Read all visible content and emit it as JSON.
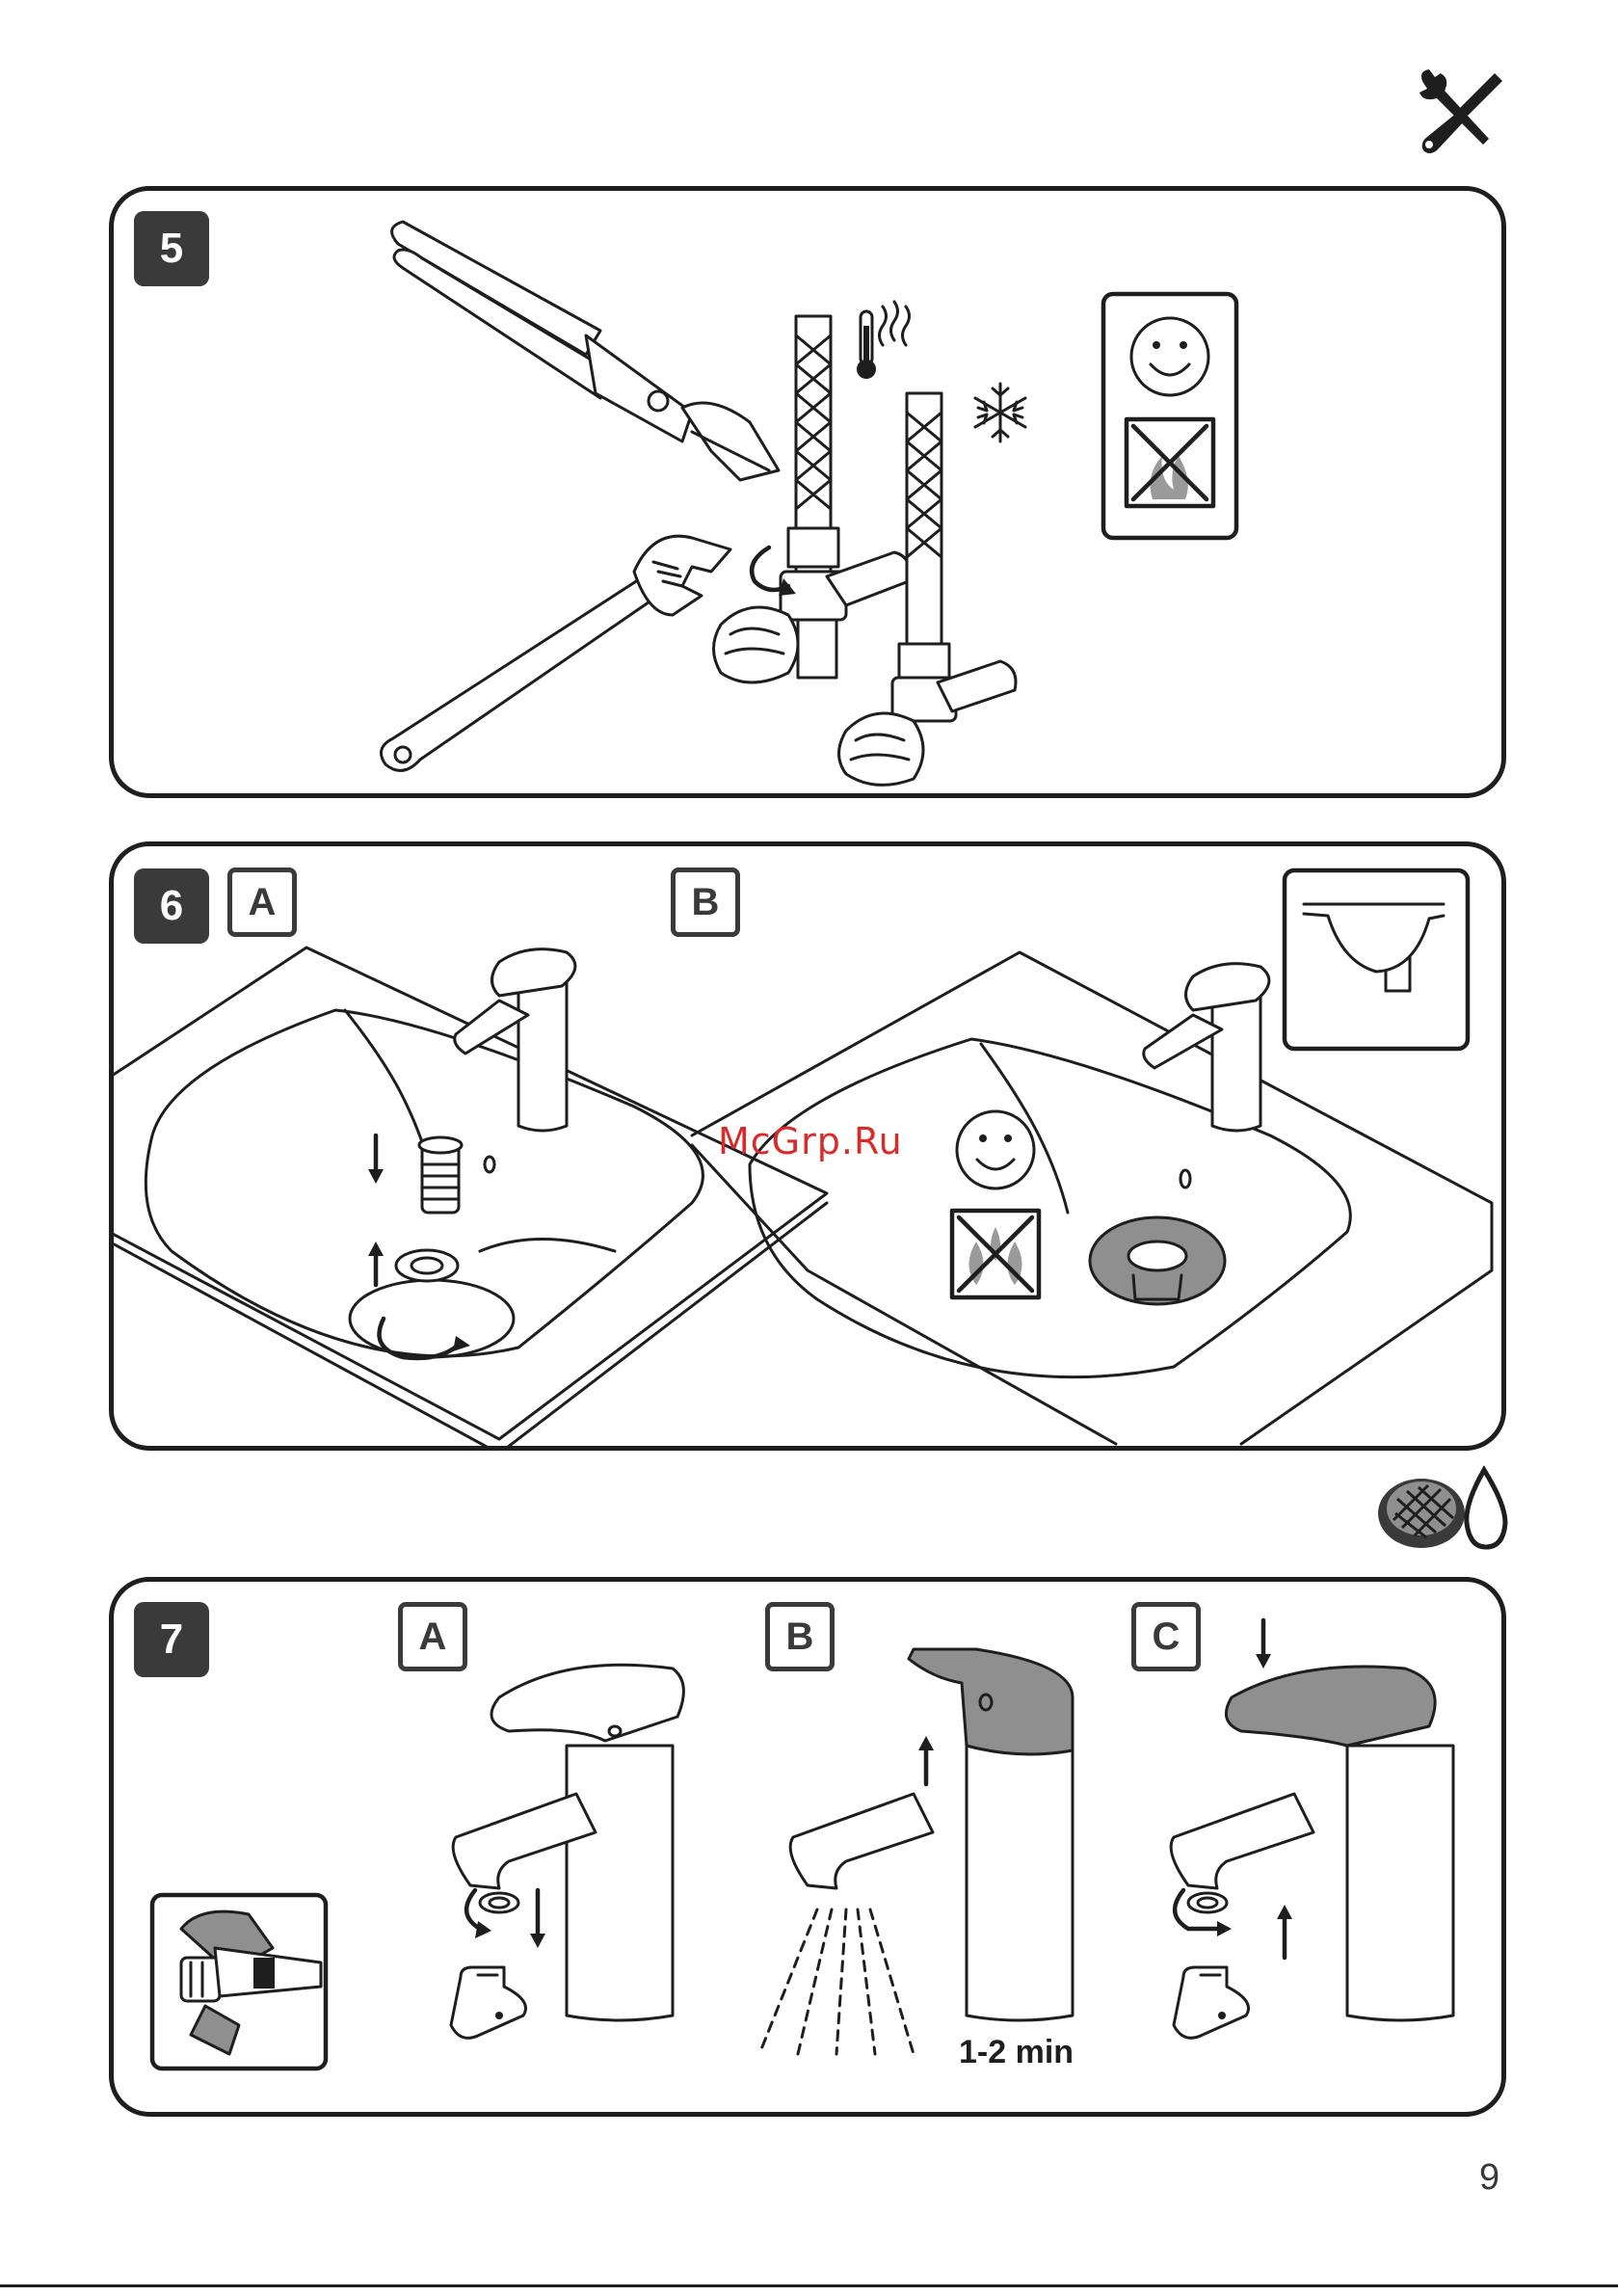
{
  "steps": [
    {
      "number": "5"
    },
    {
      "number": "6",
      "options": [
        "A",
        "B"
      ]
    },
    {
      "number": "7",
      "options": [
        "A",
        "B",
        "C"
      ]
    }
  ],
  "step7_duration": "1-2 min",
  "watermark": "McGrp.Ru",
  "page_number": "9",
  "icons": [
    "tools-icon",
    "thermometer-hot-icon",
    "snowflake-icon",
    "smiley-icon",
    "no-flame-icon",
    "no-water-drops-icon",
    "aerator-clean-icon",
    "wrench-icon",
    "pliers-icon",
    "sink-cross-section-icon"
  ],
  "colors": {
    "line": "#1e1e1e",
    "badge": "#3a3a3a",
    "highlight_gray": "#8f8f8f",
    "watermark": "#d92b2b"
  }
}
